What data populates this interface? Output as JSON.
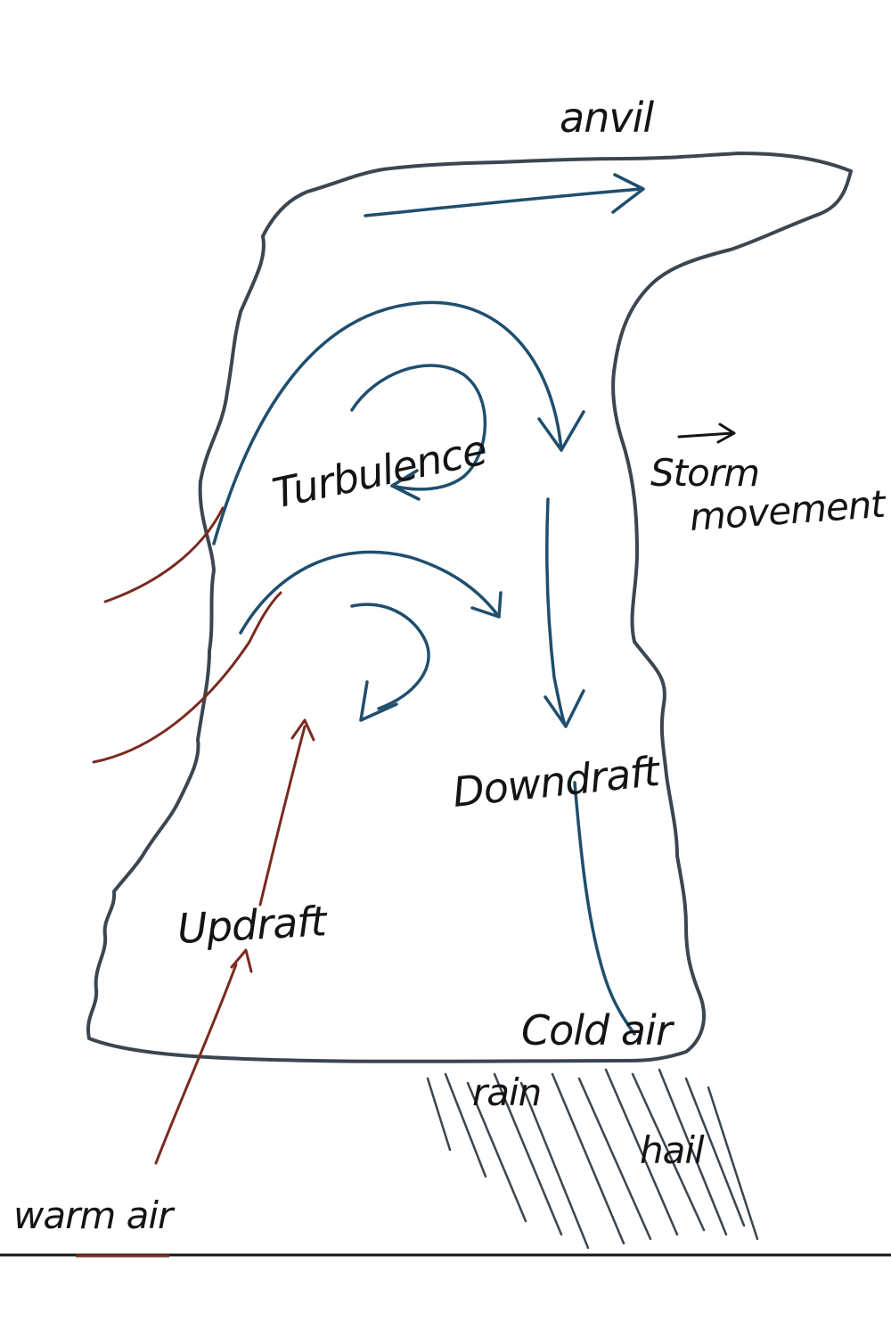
{
  "labels": {
    "anvil": "anvil",
    "turbulence": "Turbulence",
    "storm_movement_line1": "Storm",
    "storm_movement_line2": "movement",
    "downdraft": "Downdraft",
    "updraft": "Updraft",
    "cold_air": "Cold air",
    "rain": "rain",
    "hail": "hail",
    "warm_air": "warm air"
  },
  "colors": {
    "cloud_outline": "#3b4650",
    "cold_flow": "#1f4e6e",
    "warm_flow": "#7a2a1f",
    "ink": "#141414"
  }
}
